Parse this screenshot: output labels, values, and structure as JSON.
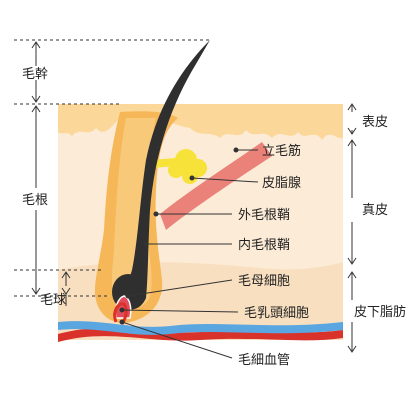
{
  "labels": {
    "hair_shaft": "毛幹",
    "hair_root": "毛根",
    "hair_bulb": "毛球",
    "epidermis": "表皮",
    "dermis": "真皮",
    "subcutaneous": "皮下脂肪",
    "arrector_pili": "立毛筋",
    "sebaceous_gland": "皮脂腺",
    "outer_root_sheath": "外毛根鞘",
    "inner_root_sheath": "内毛根鞘",
    "hair_matrix": "毛母細胞",
    "dermal_papilla": "毛乳頭細胞",
    "capillary": "毛細血管"
  },
  "colors": {
    "epidermis": "#fbd89a",
    "dermis": "#fcebd6",
    "subcutaneous": "#f9e2c4",
    "hair": "#2f2f2f",
    "sheath": "#f5b85a",
    "muscle": "#e86a6a",
    "gland": "#f7e23a",
    "artery": "#d9322a",
    "vein": "#5aa6e0"
  }
}
